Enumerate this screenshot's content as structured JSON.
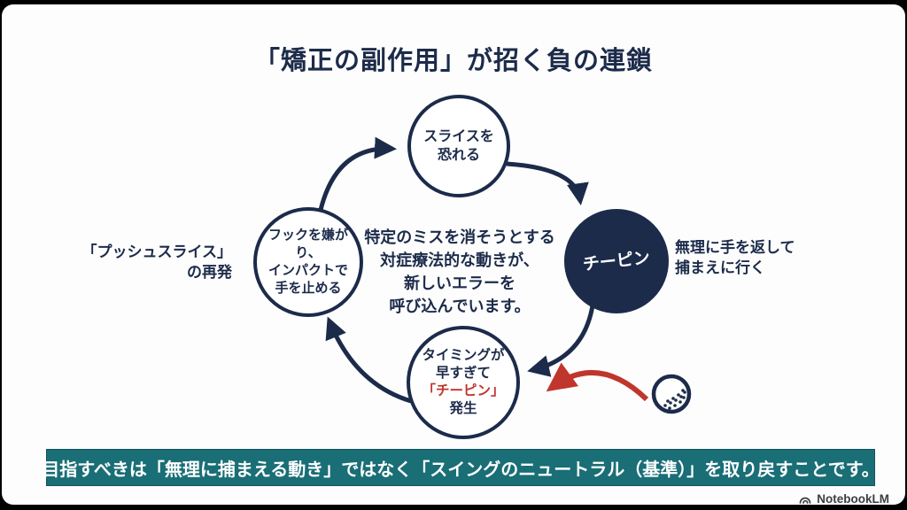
{
  "title": "「矯正の副作用」が招く負の連鎖",
  "colors": {
    "navy": "#1c2b4a",
    "red": "#c0362c",
    "teal": "#1a6e76",
    "canvas": "#fdfdfd"
  },
  "cycle": {
    "top_node": {
      "lines": [
        "スライスを",
        "恐れる"
      ]
    },
    "right_node": {
      "label": "チーピン"
    },
    "bottom_node": {
      "lines": [
        "タイミングが",
        "早すぎて"
      ],
      "highlight": "「チーピン」",
      "suffix": "発生"
    },
    "left_node": {
      "lines": [
        "フックを嫌がり、",
        "インパクトで",
        "手を止める"
      ]
    }
  },
  "center_note": {
    "lines": [
      "特定のミスを消そうとする",
      "対症療法的な動きが、",
      "新しいエラーを",
      "呼び込んでいます。"
    ]
  },
  "side_labels": {
    "left": {
      "lines": [
        "「プッシュスライス」",
        "の再発"
      ]
    },
    "right": {
      "lines": [
        "無理に手を返して",
        "捕まえに行く"
      ]
    }
  },
  "banner": {
    "text": "目指すべきは「無理に捕まえる動き」ではなく「スイングのニュートラル（基準）」を取り戻すことです。"
  },
  "footer": {
    "brand": "NotebookLM"
  }
}
